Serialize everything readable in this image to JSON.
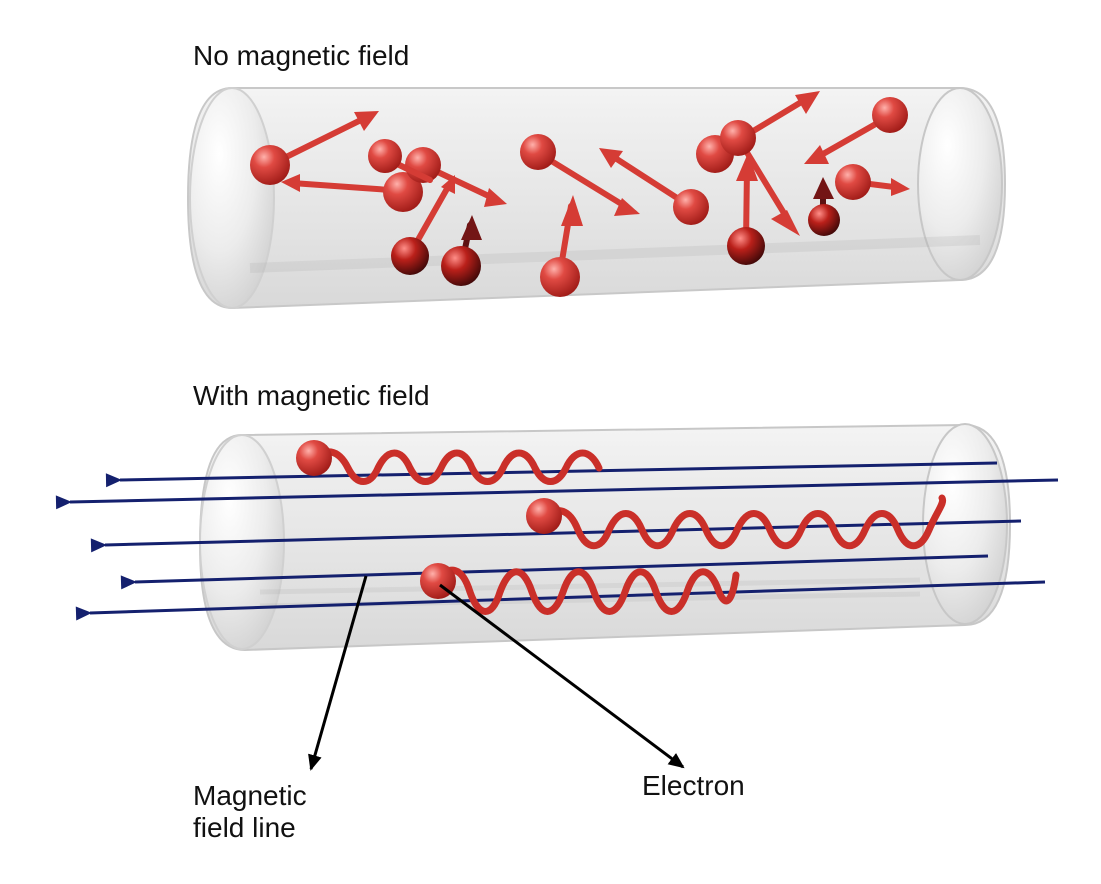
{
  "panels": {
    "top": {
      "title": "No magnetic field"
    },
    "bottom": {
      "title": "With magnetic field"
    }
  },
  "callouts": {
    "magnetic_field_line": {
      "line1": "Magnetic",
      "line2": "field line"
    },
    "electron": {
      "text": "Electron"
    }
  },
  "colors": {
    "electron": "#d92f2a",
    "electron_dark": "#7e1111",
    "field_line": "#14206e",
    "tube_fill": "#d9d9d9",
    "tube_edge": "#bdbdbd",
    "shadow": "#b9b9b9",
    "text": "#111111"
  }
}
